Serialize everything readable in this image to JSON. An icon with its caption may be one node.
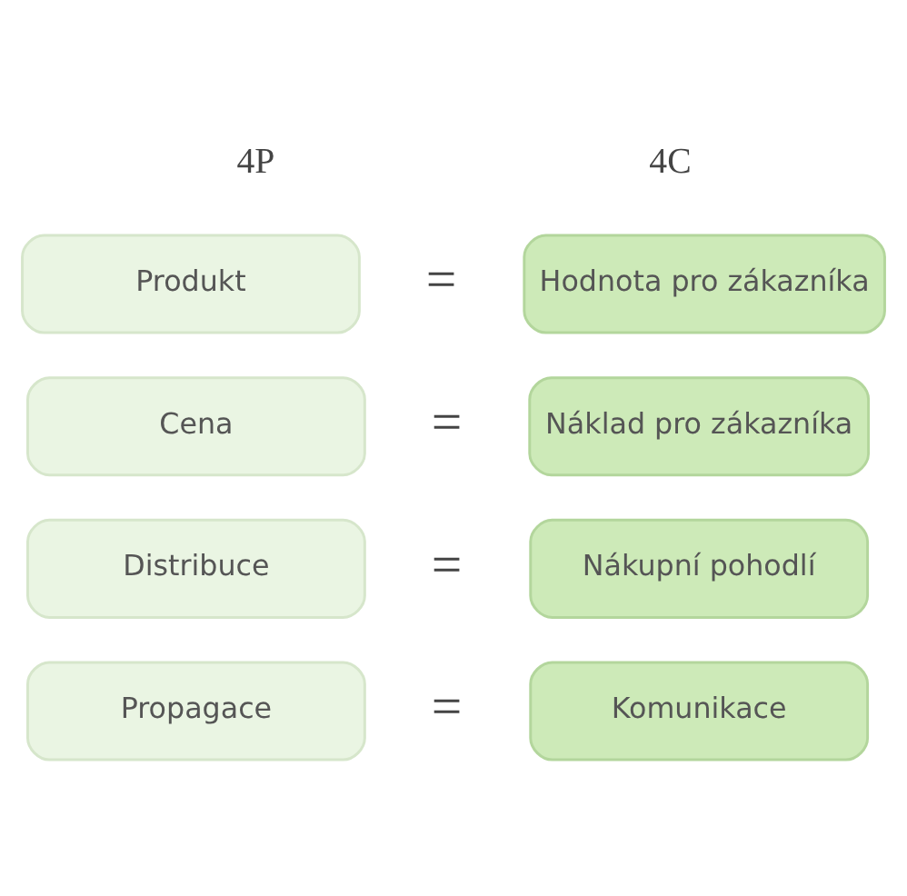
{
  "diagram": {
    "nodes": [
      {
        "text": [
          "Produkt"
        ]
      },
      {
        "text": [
          "Hodnota pro zákazníka"
        ]
      },
      {
        "text": [
          "Cena"
        ]
      },
      {
        "text": [
          "Náklad pro zákazníka"
        ]
      },
      {
        "text": [
          "Distribuce"
        ]
      },
      {
        "text": [
          "Nákupní pohodlí"
        ]
      },
      {
        "text": [
          "Propagace"
        ]
      },
      {
        "text": [
          "Komunikace"
        ]
      }
    ],
    "labels": [
      "4P",
      "4C",
      "=",
      "=",
      "=",
      "="
    ]
  }
}
